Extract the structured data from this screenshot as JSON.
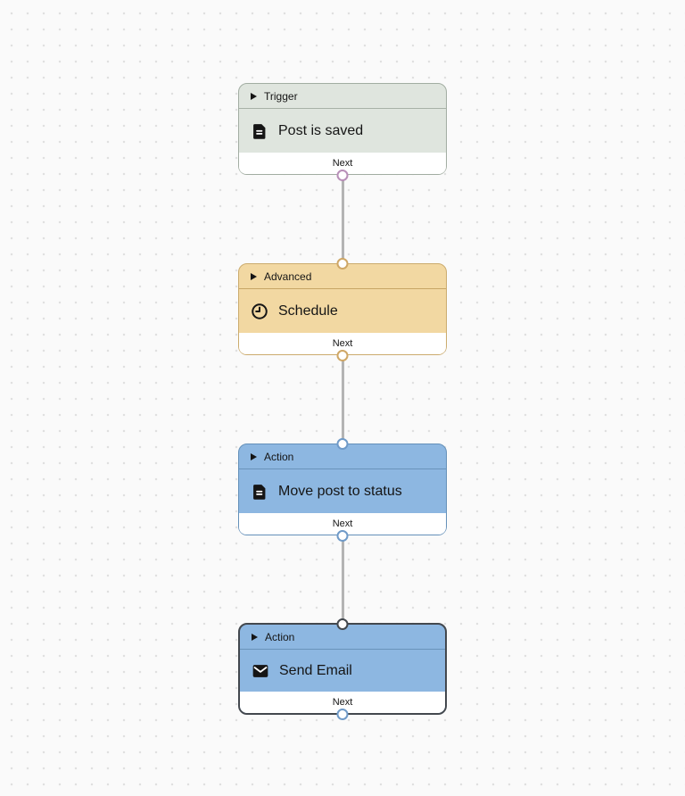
{
  "canvas": {
    "background_color": "#fafafa",
    "dot_color": "#e0e0e0",
    "edge_color": "#b4b4b4"
  },
  "nodes": [
    {
      "category": "Trigger",
      "label": "Post is saved",
      "icon": "file-text-icon",
      "footer_label": "Next",
      "bg_color": "#dfe5de",
      "border_color": "#a2ada2",
      "handle_bottom_color": "#b88fb8",
      "selected": false
    },
    {
      "category": "Advanced",
      "label": "Schedule",
      "icon": "clock-icon",
      "footer_label": "Next",
      "bg_color": "#f2d8a2",
      "border_color": "#cbab6d",
      "handle_top_color": "#cfa766",
      "handle_bottom_color": "#cfa766",
      "selected": false
    },
    {
      "category": "Action",
      "label": "Move post to status",
      "icon": "file-text-icon",
      "footer_label": "Next",
      "bg_color": "#8db7e1",
      "border_color": "#6490b9",
      "handle_top_color": "#6f9ac8",
      "handle_bottom_color": "#6f9ac8",
      "selected": false
    },
    {
      "category": "Action",
      "label": "Send Email",
      "icon": "mail-icon",
      "footer_label": "Next",
      "bg_color": "#8db7e1",
      "border_color": "#43484e",
      "handle_top_color": "#43484e",
      "handle_bottom_color": "#6f9ac8",
      "selected": true
    }
  ],
  "edges": [
    {
      "from": "Post is saved",
      "to": "Schedule"
    },
    {
      "from": "Schedule",
      "to": "Move post to status"
    },
    {
      "from": "Move post to status",
      "to": "Send Email"
    }
  ]
}
